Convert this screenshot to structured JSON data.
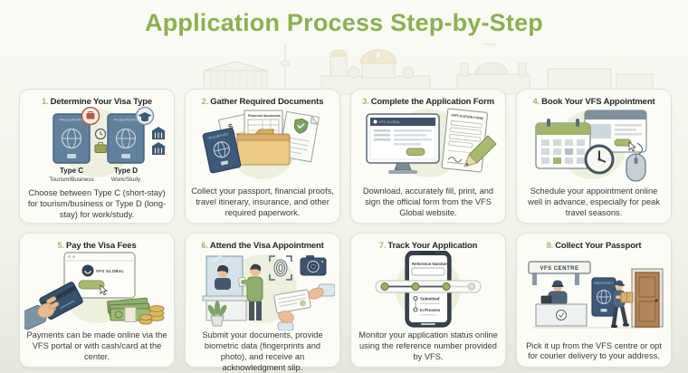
{
  "title": "Application Process Step-by-Step",
  "colors": {
    "title_green": "#8cb052",
    "step_number_green": "#a8b566",
    "card_background": "#fcfcf7",
    "page_background": "#f3f4ec",
    "accent_olive": "#a9b96d",
    "passport_blue": "#5e7e9b",
    "dark_navy": "#3d5977"
  },
  "steps": [
    {
      "number": "1.",
      "title": "Determine Your Visa Type",
      "description": "Choose between Type C (short-stay) for tourism/business or Type D (long-stay) for work/study.",
      "illustration": {
        "passport_label": "PASSPORT",
        "type_c": "Type C",
        "type_c_sub": "Tourism/Business",
        "type_d": "Type D",
        "type_d_sub": "Work/Study"
      }
    },
    {
      "number": "2.",
      "title": "Gather Required Documents",
      "description": "Collect your passport, financial proofs, travel itinerary, insurance, and other required paperwork.",
      "illustration": {
        "passport_label": "PASSPORT",
        "financial_doc_label": "Financial documents",
        "dollar_sign": "$"
      }
    },
    {
      "number": "3.",
      "title": "Complete the Application Form",
      "description": "Download, accurately fill, print, and sign the official form from the VFS Global website.",
      "illustration": {
        "site_label": "VFS GLOBAL",
        "form_label": "APPLICATION FORM"
      }
    },
    {
      "number": "4.",
      "title": "Book Your VFS Appointment",
      "description": "Schedule your appointment online well in advance, especially for peak travel seasons."
    },
    {
      "number": "5.",
      "title": "Pay the Visa Fees",
      "description": "Payments can be made online via the VFS portal or with cash/card at the center.",
      "illustration": {
        "portal_label": "VFS GLOBAL"
      }
    },
    {
      "number": "6.",
      "title": "Attend the Visa Appointment",
      "description": "Submit your documents, provide biometric data (fingerprints and photo), and receive an acknowledgment slip."
    },
    {
      "number": "7.",
      "title": "Track Your Application",
      "description": "Monitor your application status online using the reference number provided by VFS.",
      "illustration": {
        "reference_label": "Reference Number",
        "status_1": "Submitted",
        "status_2": "In Process"
      }
    },
    {
      "number": "8.",
      "title": "Collect Your Passport",
      "description": "Pick it up from the VFS centre or opt for courier delivery to your address.",
      "illustration": {
        "centre_sign": "VFS CENTRE",
        "passport_label": "PASSPORT"
      }
    }
  ]
}
